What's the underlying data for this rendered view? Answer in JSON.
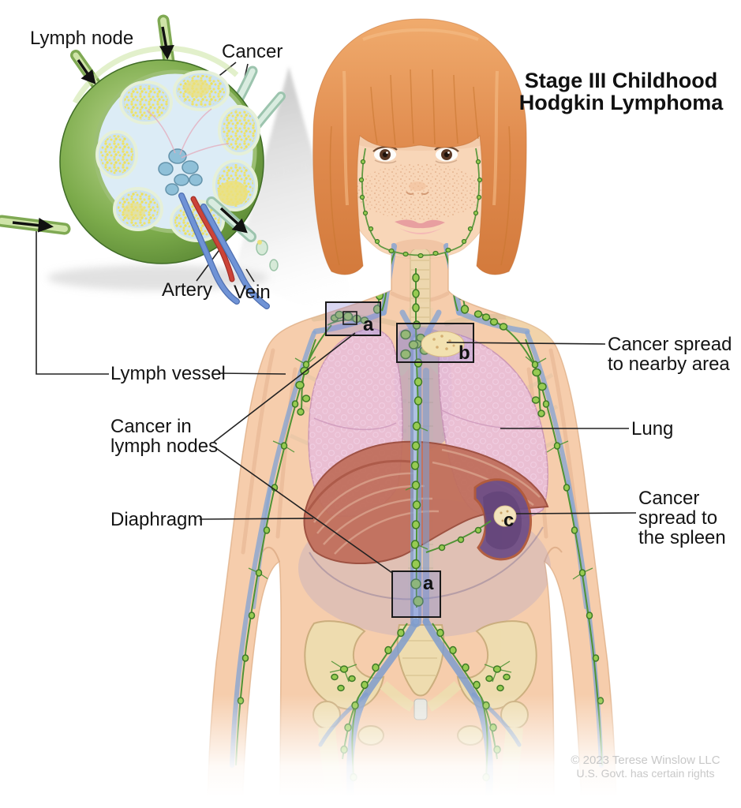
{
  "title": {
    "text": "Stage III Childhood\nHodgkin Lymphoma"
  },
  "inset": {
    "lymph_node_label": "Lymph node",
    "cancer_label": "Cancer",
    "artery_label": "Artery",
    "vein_label": "Vein"
  },
  "body_labels": {
    "lymph_vessel": "Lymph vessel",
    "cancer_in_lymph_nodes": "Cancer in\nlymph nodes",
    "diaphragm": "Diaphragm",
    "cancer_spread_nearby": "Cancer spread\nto nearby area",
    "lung": "Lung",
    "cancer_spread_spleen": "Cancer\nspread to\nthe spleen"
  },
  "markers": {
    "upper_abdomen_box": "a",
    "mediastinum_box": "b",
    "spleen_spot": "c",
    "lower_abdomen_box": "a"
  },
  "credit": {
    "line1": "© 2023 Terese Winslow LLC",
    "line2": "U.S. Govt. has certain rights"
  },
  "colors": {
    "lymph_node_green": "#8cc63f",
    "lymph_vessel_green": "#4f9335",
    "vein_blue": "#88a5d2",
    "artery_red": "#cc4438",
    "lung_pink": "#e9bed9",
    "diaphragm_red": "#c06e5b",
    "spleen_purple": "#6f4f86",
    "bone_tan": "#eeddb0",
    "cancer_yellow": "#f0e26a",
    "skin": "#f6cdac",
    "hair_orange": "#e0874a",
    "box_lavender": "#938ad6"
  }
}
